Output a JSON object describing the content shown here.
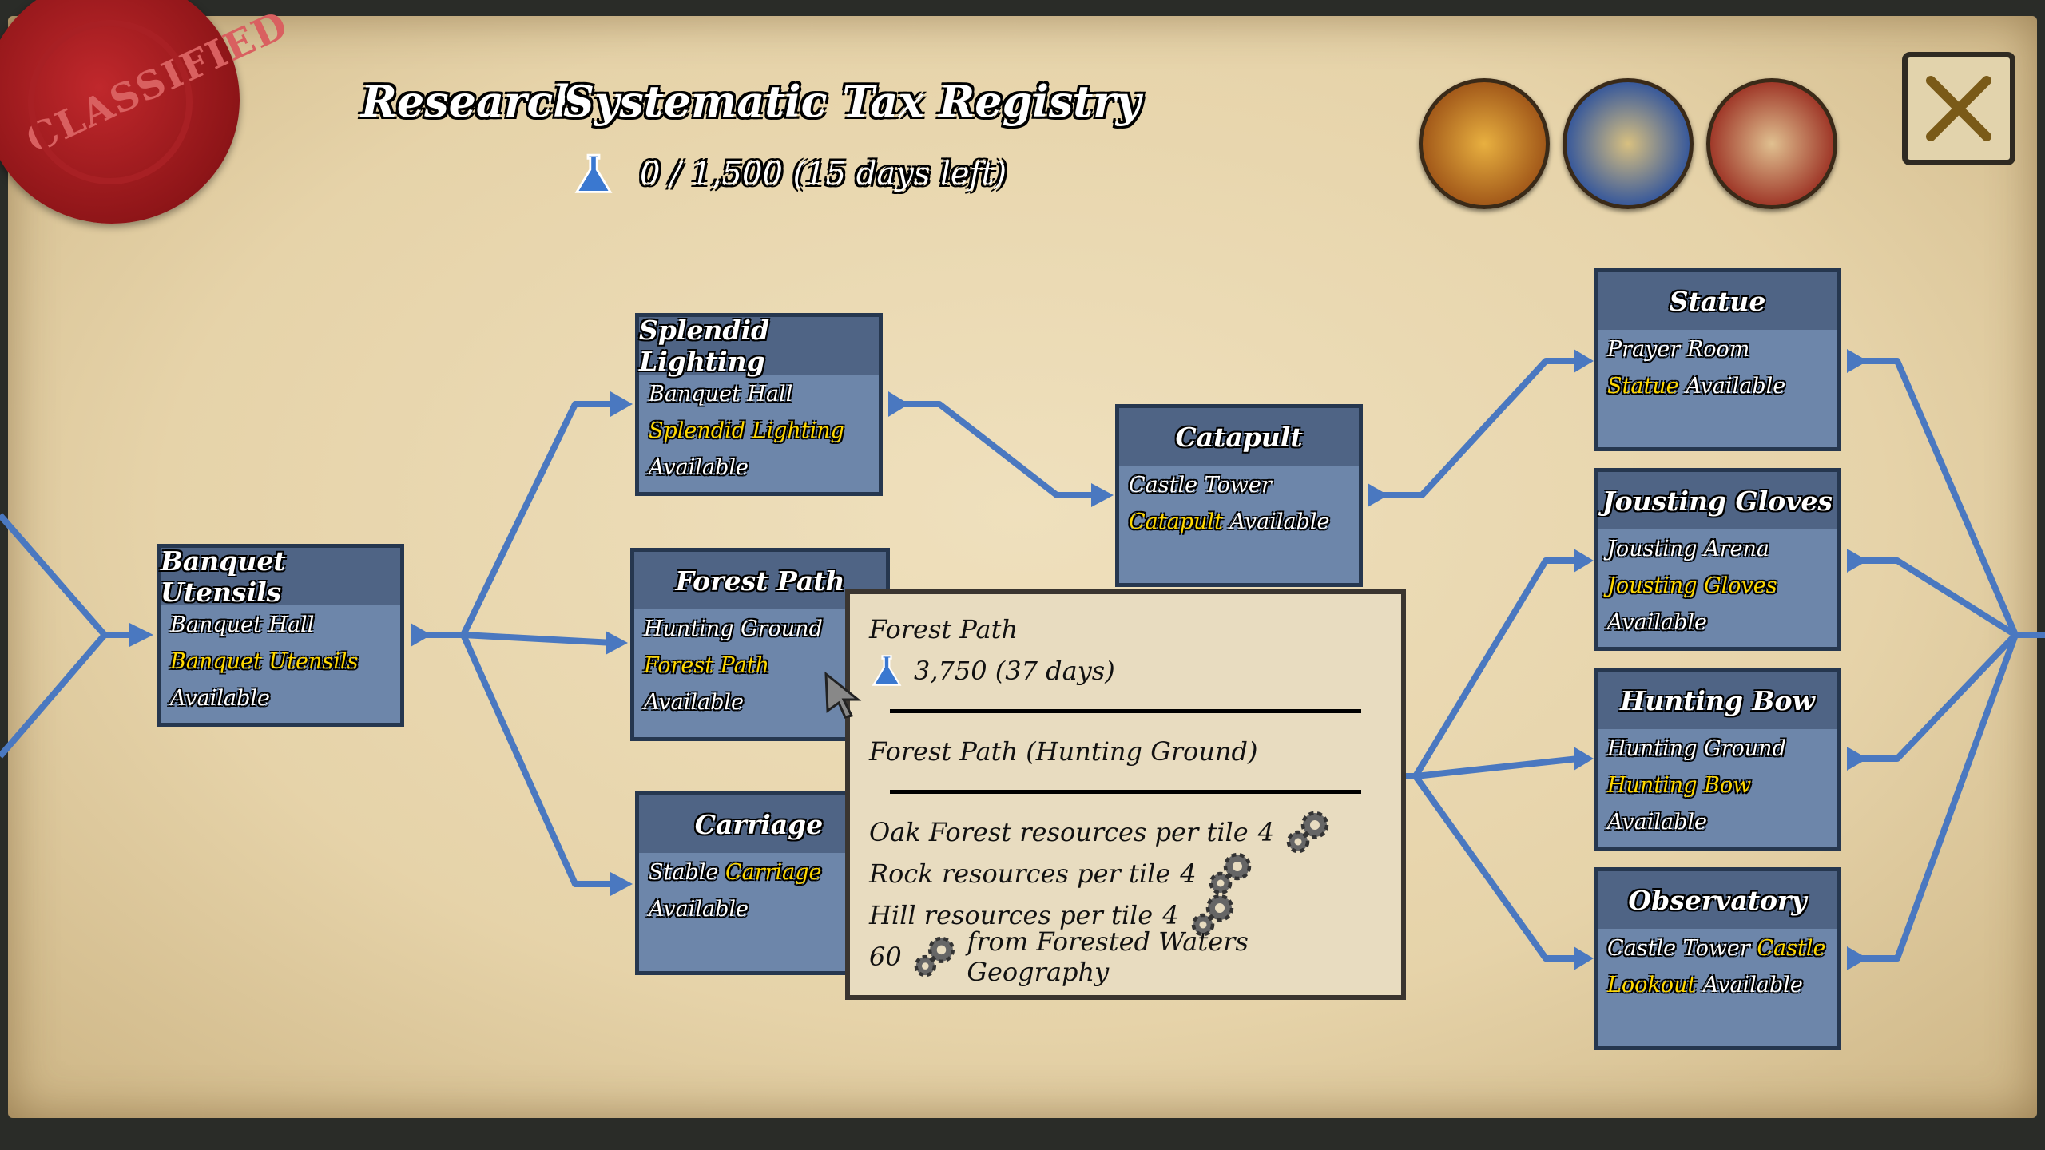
{
  "stamp": "CLASSIFIED",
  "header": {
    "label": "Research",
    "project": "Systematic Tax Registry",
    "progress": "0 / 1,500 (15 days left)",
    "progress_fraction": 0
  },
  "medals": [
    {
      "name": "hammer-medal-icon"
    },
    {
      "name": "castle-medal-icon"
    },
    {
      "name": "scroll-medal-icon"
    }
  ],
  "colors": {
    "line": "#4a78c0",
    "card": "#6d86aa",
    "highlight": "#ffd800"
  },
  "cards": [
    {
      "id": "banquet-utensils",
      "title": "Banquet Utensils",
      "lines": [
        [
          {
            "t": "Banquet Hall"
          }
        ],
        [
          {
            "t": "Banquet Utensils",
            "hl": true
          }
        ],
        [
          {
            "t": "Available"
          }
        ]
      ]
    },
    {
      "id": "splendid-lighting",
      "title": "Splendid Lighting",
      "lines": [
        [
          {
            "t": "Banquet Hall"
          }
        ],
        [
          {
            "t": "Splendid Lighting",
            "hl": true
          }
        ],
        [
          {
            "t": "Available"
          }
        ]
      ]
    },
    {
      "id": "forest-path",
      "title": "Forest Path",
      "lines": [
        [
          {
            "t": "Hunting Ground"
          }
        ],
        [
          {
            "t": "Forest Path",
            "hl": true
          }
        ],
        [
          {
            "t": "Available"
          }
        ]
      ]
    },
    {
      "id": "carriage",
      "title": "Carriage",
      "lines": [
        [
          {
            "t": "Stable "
          },
          {
            "t": "Carriage",
            "hl": true
          }
        ],
        [
          {
            "t": "Available"
          }
        ]
      ]
    },
    {
      "id": "catapult",
      "title": "Catapult",
      "lines": [
        [
          {
            "t": "Castle Tower"
          }
        ],
        [
          {
            "t": "Catapult",
            "hl": true
          },
          {
            "t": " Available"
          }
        ]
      ]
    },
    {
      "id": "statue",
      "title": "Statue",
      "lines": [
        [
          {
            "t": "Prayer Room"
          }
        ],
        [
          {
            "t": "Statue",
            "hl": true
          },
          {
            "t": " Available"
          }
        ]
      ]
    },
    {
      "id": "jousting-gloves",
      "title": "Jousting Gloves",
      "lines": [
        [
          {
            "t": "Jousting Arena"
          }
        ],
        [
          {
            "t": "Jousting Gloves",
            "hl": true
          }
        ],
        [
          {
            "t": "Available"
          }
        ]
      ]
    },
    {
      "id": "hunting-bow",
      "title": "Hunting Bow",
      "lines": [
        [
          {
            "t": "Hunting Ground"
          }
        ],
        [
          {
            "t": "Hunting Bow",
            "hl": true
          }
        ],
        [
          {
            "t": "Available"
          }
        ]
      ]
    },
    {
      "id": "observatory",
      "title": "Observatory",
      "lines": [
        [
          {
            "t": "Castle Tower "
          },
          {
            "t": "Castle",
            "hl": true
          }
        ],
        [
          {
            "t": "Lookout",
            "hl": true
          },
          {
            "t": " Available"
          }
        ]
      ]
    }
  ],
  "tooltip": {
    "title": "Forest Path",
    "cost": "3,750 (37 days)",
    "building": "Forest Path (Hunting Ground)",
    "effects": [
      {
        "label": "Oak Forest resources per tile",
        "value": "4"
      },
      {
        "label": "Rock resources per tile",
        "value": "4"
      },
      {
        "label": "Hill resources per tile",
        "value": "4"
      }
    ],
    "bonus": {
      "value": "60",
      "text": "from Forested Waters Geography"
    }
  }
}
